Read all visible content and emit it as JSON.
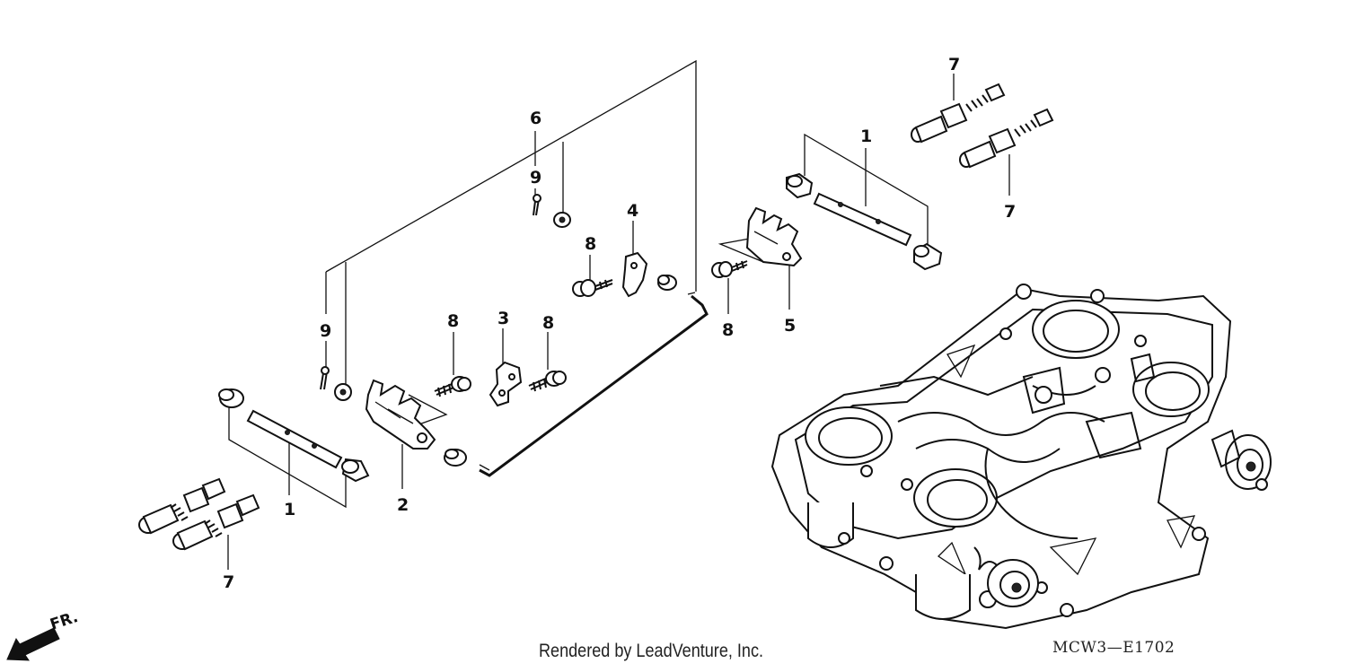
{
  "diagram": {
    "callouts": [
      {
        "id": "c1-left",
        "label": "1"
      },
      {
        "id": "c1-right",
        "label": "1"
      },
      {
        "id": "c2",
        "label": "2"
      },
      {
        "id": "c3",
        "label": "3"
      },
      {
        "id": "c4",
        "label": "4"
      },
      {
        "id": "c5",
        "label": "5"
      },
      {
        "id": "c6",
        "label": "6"
      },
      {
        "id": "c7-left",
        "label": "7"
      },
      {
        "id": "c7-top",
        "label": "7"
      },
      {
        "id": "c7-right",
        "label": "7"
      },
      {
        "id": "c8-a",
        "label": "8"
      },
      {
        "id": "c8-b",
        "label": "8"
      },
      {
        "id": "c8-c",
        "label": "8"
      },
      {
        "id": "c8-d",
        "label": "8"
      },
      {
        "id": "c9-top",
        "label": "9"
      },
      {
        "id": "c9-left",
        "label": "9"
      }
    ],
    "front_indicator": "FR.",
    "credit": "Rendered by LeadVenture, Inc.",
    "diagram_code": "MCW3—E1702"
  }
}
